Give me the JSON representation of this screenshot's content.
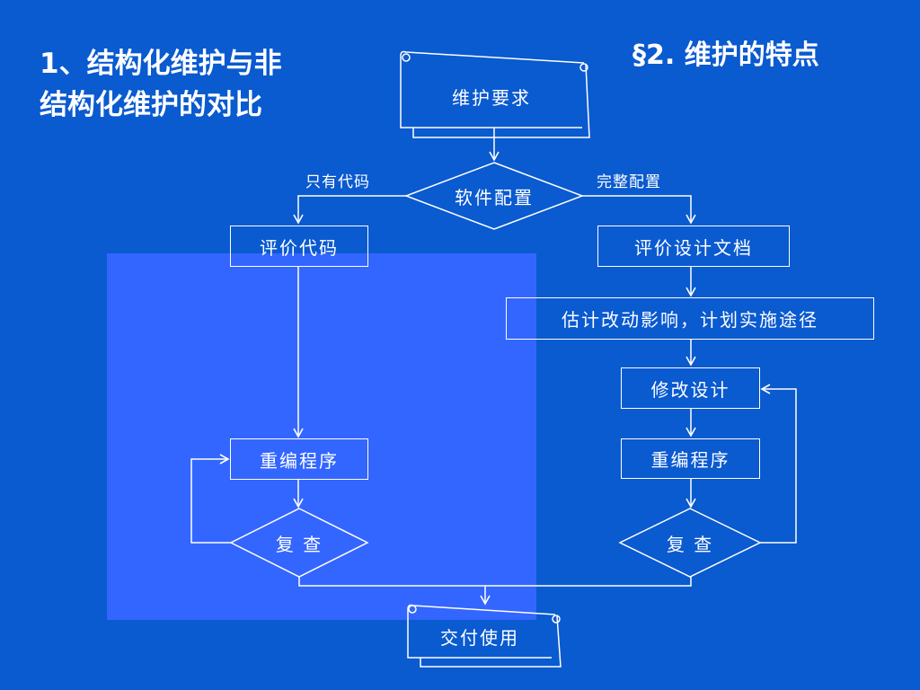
{
  "heading": {
    "line1": "1、结构化维护与非",
    "line2": "结构化维护的对比"
  },
  "section_title": "§2. 维护的特点",
  "colors": {
    "background": "#0a5ad0",
    "highlight": "#3366ff",
    "line": "#ffffff"
  },
  "flow": {
    "start": "维护要求",
    "decision": "软件配置",
    "branch_left": "只有代码",
    "branch_right": "完整配置",
    "left": {
      "evaluate": "评价代码",
      "reprogram": "重编程序",
      "review": "复 查"
    },
    "right": {
      "evaluate": "评价设计文档",
      "estimate": "估计改动影响，计划实施途径",
      "modify": "修改设计",
      "reprogram": "重编程序",
      "review": "复 查"
    },
    "end": "交付使用"
  }
}
